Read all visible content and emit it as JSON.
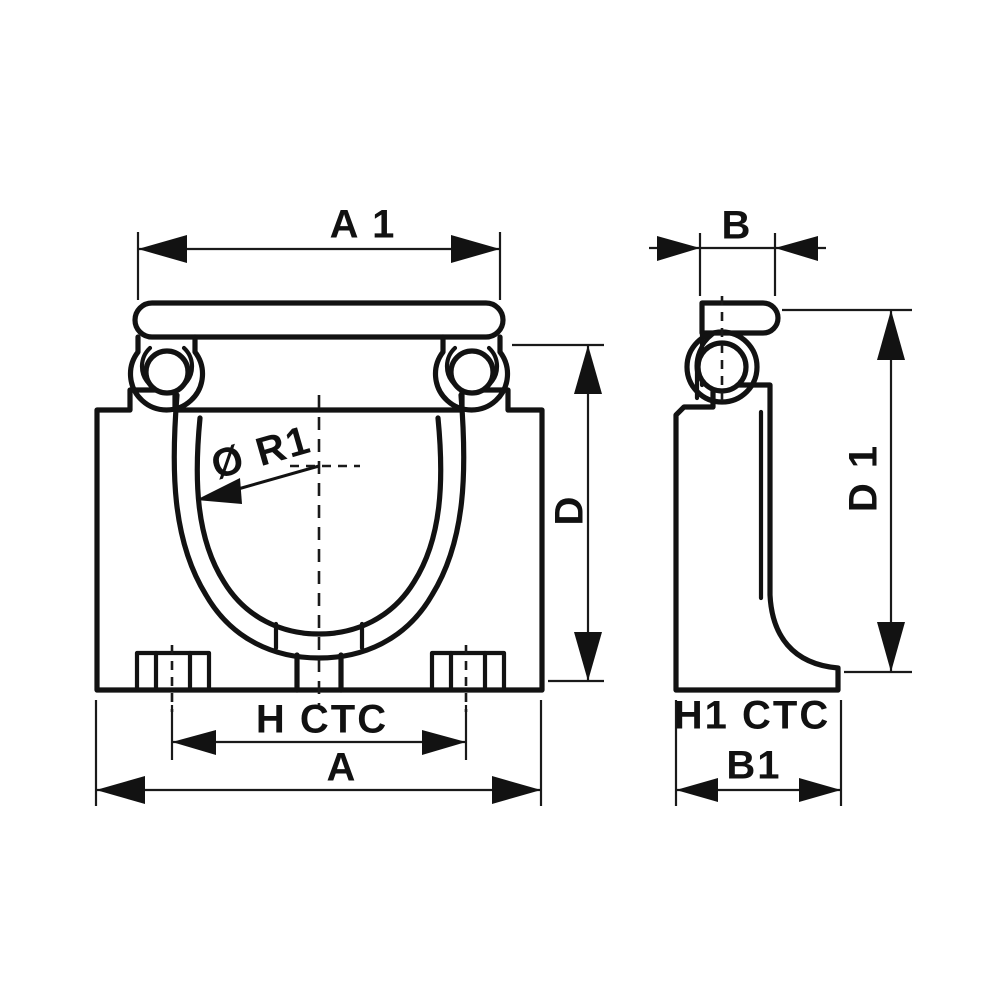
{
  "drawing": {
    "title": "Cable clamp dimensioned engineering drawing",
    "background_color": "#ffffff",
    "line_color": "#121212",
    "dimension_color": "#1a1a1a",
    "views": [
      {
        "name": "front-view",
        "description": "Front elevation of cable clamp with hinged top bar and semicircular cable seat"
      },
      {
        "name": "side-view",
        "description": "Side elevation of cable clamp showing profile and foot"
      }
    ],
    "dimensions": {
      "a1": "A 1",
      "a": "A",
      "d": "D",
      "h_ctc": "H CTC",
      "r1": "Ø R1",
      "b": "B",
      "b1": "B1",
      "d1": "D 1",
      "h1_ctc": "H1 CTC"
    }
  }
}
